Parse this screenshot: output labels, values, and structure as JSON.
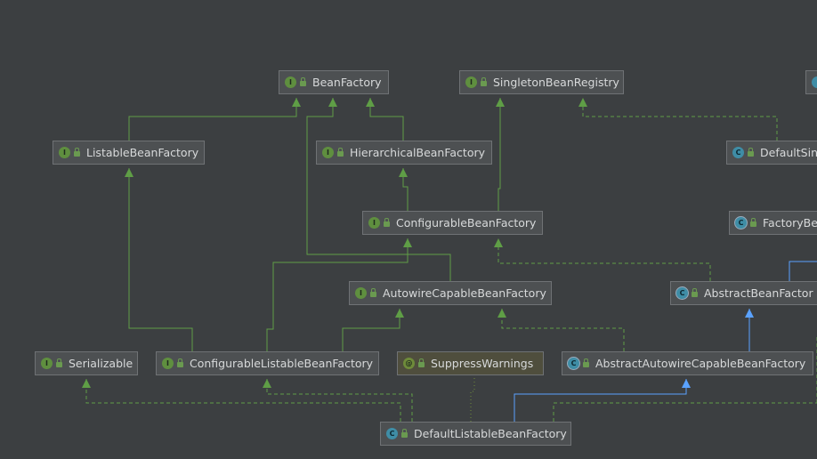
{
  "nodes": [
    {
      "id": "BeanFactory",
      "label": "BeanFactory",
      "kind": "interface",
      "badge": "I"
    },
    {
      "id": "SingletonBeanRegistry",
      "label": "SingletonBeanRegistry",
      "kind": "interface",
      "badge": "I"
    },
    {
      "id": "TopRightPartial",
      "label": "",
      "kind": "interface",
      "badge": ""
    },
    {
      "id": "ListableBeanFactory",
      "label": "ListableBeanFactory",
      "kind": "interface",
      "badge": "I"
    },
    {
      "id": "HierarchicalBeanFactory",
      "label": "HierarchicalBeanFactory",
      "kind": "interface",
      "badge": "I"
    },
    {
      "id": "DefaultSingletonBeanRegistry",
      "label": "DefaultSin",
      "kind": "class",
      "badge": "C"
    },
    {
      "id": "ConfigurableBeanFactory",
      "label": "ConfigurableBeanFactory",
      "kind": "interface",
      "badge": "I"
    },
    {
      "id": "FactoryBeanRegistrySupport",
      "label": "FactoryBe",
      "kind": "abstract",
      "badge": "C"
    },
    {
      "id": "AutowireCapableBeanFactory",
      "label": "AutowireCapableBeanFactory",
      "kind": "interface",
      "badge": "I"
    },
    {
      "id": "AbstractBeanFactory",
      "label": "AbstractBeanFactor",
      "kind": "abstract",
      "badge": "C"
    },
    {
      "id": "Serializable",
      "label": "Serializable",
      "kind": "interface",
      "badge": "I"
    },
    {
      "id": "ConfigurableListableBeanFactory",
      "label": "ConfigurableListableBeanFactory",
      "kind": "interface",
      "badge": "I"
    },
    {
      "id": "SuppressWarnings",
      "label": "SuppressWarnings",
      "kind": "annotation",
      "badge": "@"
    },
    {
      "id": "AbstractAutowireCapableBeanFactory",
      "label": "AbstractAutowireCapableBeanFactory",
      "kind": "abstract",
      "badge": "C"
    },
    {
      "id": "DefaultListableBeanFactory",
      "label": "DefaultListableBeanFactory",
      "kind": "class",
      "badge": "C"
    }
  ],
  "colors": {
    "background": "#3c3f41",
    "interface_edge": "#5f9e46",
    "class_edge": "#5aa2ff",
    "dependency_edge": "#6e8b3a"
  }
}
